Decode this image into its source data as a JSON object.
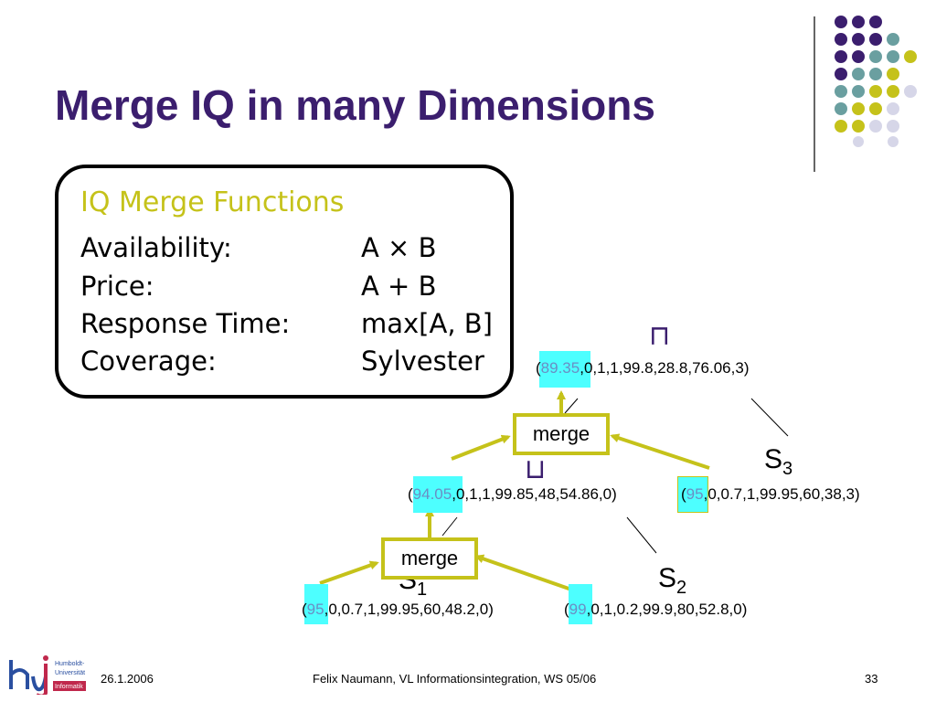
{
  "slide": {
    "title": "Merge IQ in many Dimensions"
  },
  "box": {
    "heading": "IQ Merge Functions",
    "rows": [
      {
        "label": "Availability:",
        "value": "A × B"
      },
      {
        "label": "Price:",
        "value": "A + B"
      },
      {
        "label": "Response Time:",
        "value": "max[A, B]"
      },
      {
        "label": "Coverage:",
        "value": "Sylvester"
      }
    ]
  },
  "tree": {
    "top_symbol": "⊓",
    "mid_symbol": "⊔",
    "top_vector": {
      "open": "(",
      "hl": "89.35",
      "rest": ",0,1,1,99.8,28.8,76.06,3)"
    },
    "mid_vector": {
      "open": "(",
      "hl": "94.05",
      "rest": ",0,1,1,99.85,48,54.86,0)"
    },
    "s3_vector": {
      "open": "(",
      "hl": "95",
      "rest": ",0,0.7,1,99.95,60,38,3)"
    },
    "s1_vector": {
      "open": "(",
      "hl": "95",
      "rest": ",0,0.7,1,99.95,60,48.2,0)"
    },
    "s2_vector": {
      "open": "(",
      "hl": "99",
      "rest": ",0,1,0.2,99.9,80,52.8,0)"
    },
    "merge_label_top": "merge",
    "merge_label_bottom": "merge",
    "s1": {
      "base": "S",
      "sub": "1"
    },
    "s2": {
      "base": "S",
      "sub": "2"
    },
    "s3": {
      "base": "S",
      "sub": "3"
    }
  },
  "footer": {
    "date": "26.1.2006",
    "center": "Felix Naumann, VL Informationsintegration, WS 05/06",
    "page": "33",
    "logo_text": [
      "Humboldt-",
      "Universität",
      "Informatik"
    ]
  },
  "colors": {
    "title": "#3b1e6e",
    "accent_yellow": "#c5c21a",
    "highlight_cyan": "#4dffff",
    "highlight_text": "#6a8ec4",
    "dot_purple": "#3b1e6e",
    "dot_teal": "#6a9fa0",
    "dot_lavender": "#d6d6e8"
  }
}
